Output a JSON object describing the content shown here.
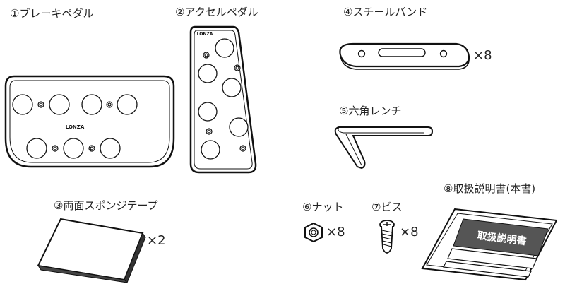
{
  "items": [
    {
      "label": "①ブレーキペダル"
    },
    {
      "label": "②アクセルペダル"
    },
    {
      "label": "③両面スポンジテープ",
      "qty": "×2"
    },
    {
      "label": "④スチールバンド",
      "qty": "×8"
    },
    {
      "label": "⑤六角レンチ"
    },
    {
      "label": "⑥ナット",
      "qty": "×8"
    },
    {
      "label": "⑦ビス",
      "qty": "×8"
    },
    {
      "label": "⑧取扱説明書(本書)"
    }
  ],
  "logo_text": "LONZA",
  "manual_title": "取扱説明書"
}
